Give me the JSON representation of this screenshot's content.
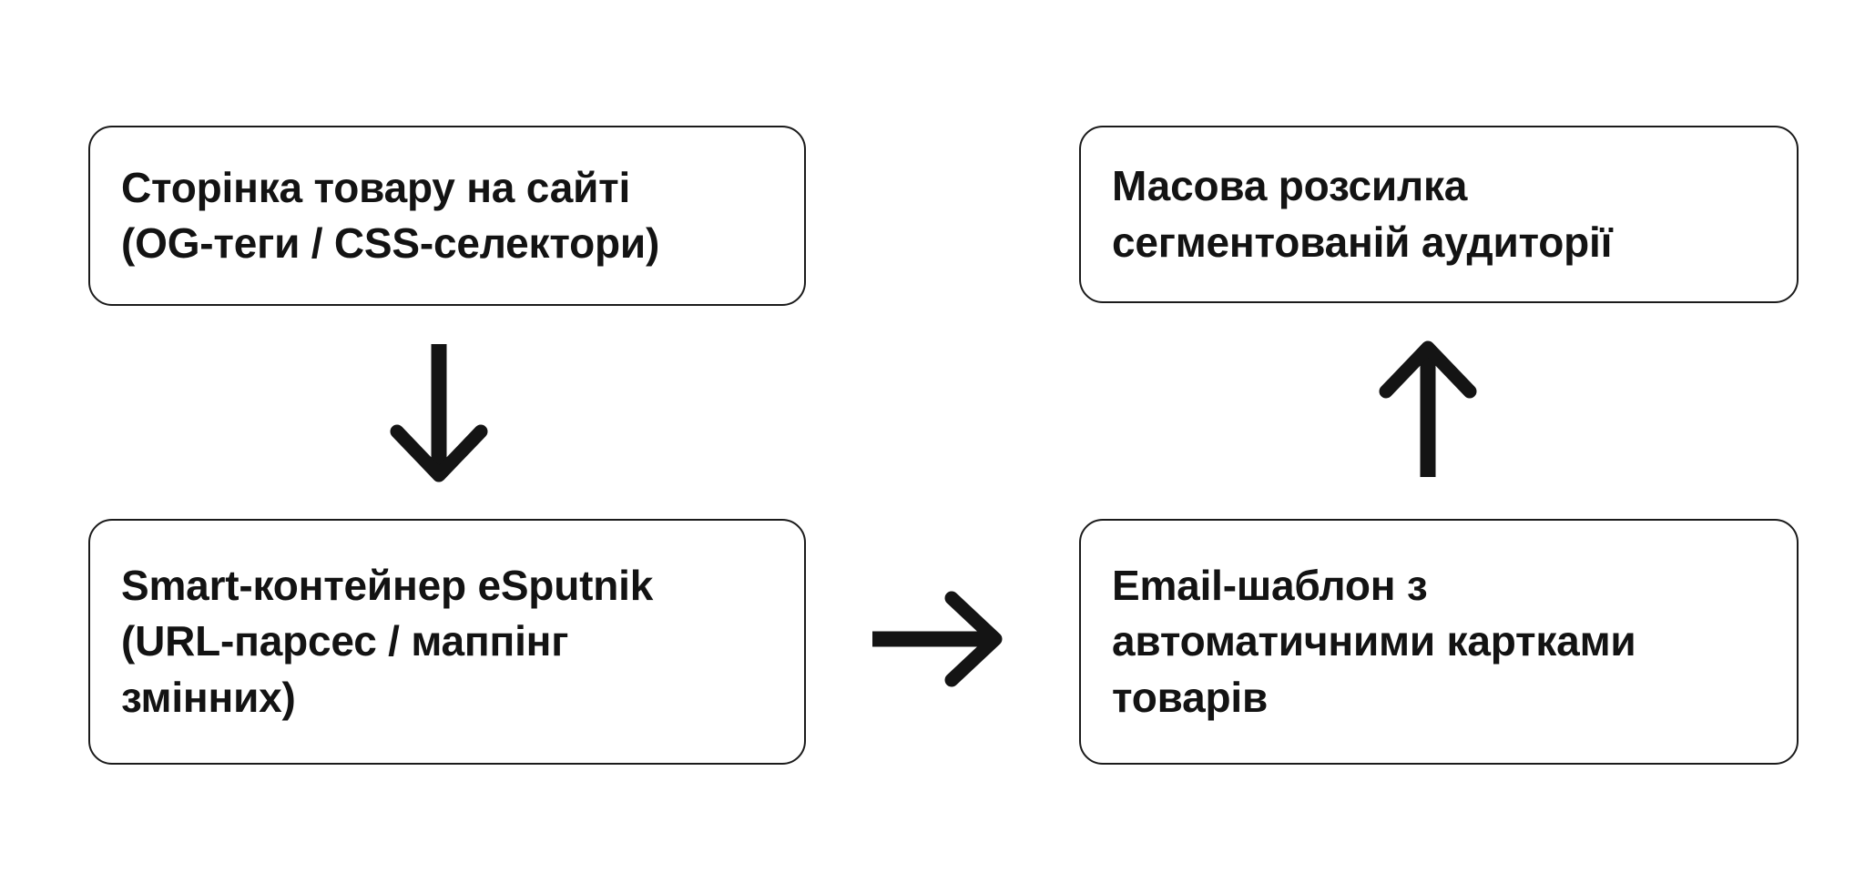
{
  "diagram": {
    "title": "eSputnik product-card email flow",
    "background_color": "#ffffff",
    "text_color": "#131313",
    "stroke_color": "#141414",
    "border_color": "#1b1b1b",
    "nodes": [
      {
        "id": "product-page",
        "label": "Сторінка товару на сайті\n(OG-теги / CSS-селектори)",
        "lines": [
          "Сторінка товару на сайті",
          "(OG-теги / CSS-селектори)"
        ],
        "position": "top-left"
      },
      {
        "id": "smart-container",
        "label": "Smart-контейнер eSputnik\n(URL-парсес / маппінг\nзмінних)",
        "lines": [
          "Smart-контейнер eSputnik",
          "(URL-парсес / маппінг",
          "змінних)"
        ],
        "position": "bottom-left"
      },
      {
        "id": "email-template",
        "label": "Email-шаблон з\nавтоматичними картками\nтоварів",
        "lines": [
          "Email-шаблон з",
          "автоматичними картками",
          "товарів"
        ],
        "position": "bottom-right"
      },
      {
        "id": "mass-mailing",
        "label": "Масова розсилка\nсегментованій аудиторії",
        "lines": [
          "Масова розсилка",
          "сегментованій аудиторії"
        ],
        "position": "top-right"
      }
    ],
    "connectors": [
      {
        "id": "product-page-to-smart-container",
        "icon": "arrow-down-icon",
        "direction": "down",
        "from": "product-page",
        "to": "smart-container"
      },
      {
        "id": "smart-container-to-email-template",
        "icon": "arrow-right-icon",
        "direction": "right",
        "from": "smart-container",
        "to": "email-template"
      },
      {
        "id": "email-template-to-mass-mailing",
        "icon": "arrow-up-icon",
        "direction": "up",
        "from": "email-template",
        "to": "mass-mailing"
      }
    ]
  }
}
